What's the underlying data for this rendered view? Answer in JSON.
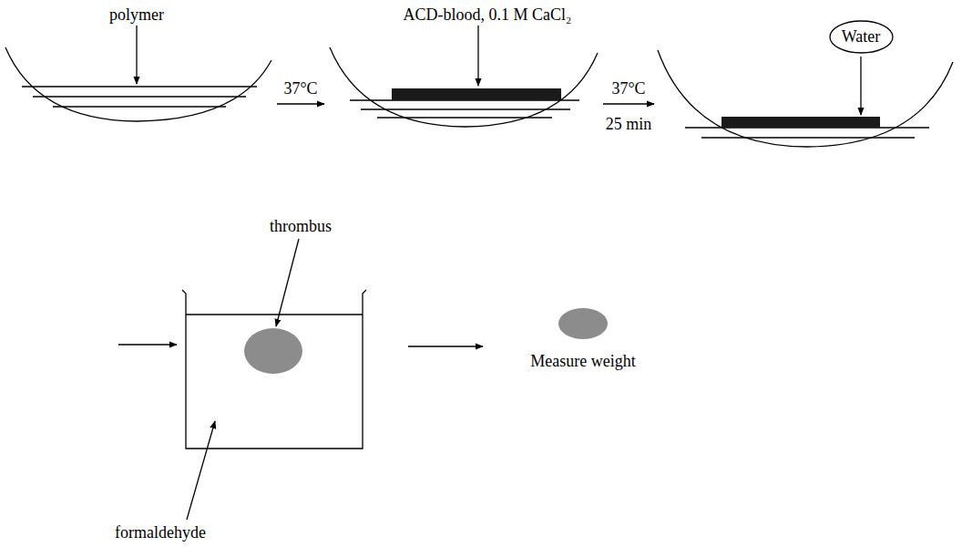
{
  "diagram": {
    "nodes": [
      {
        "text": [
          "Water"
        ]
      }
    ],
    "labels": [
      "polymer",
      "ACD-blood, 0.1 M CaCl₂",
      "37°C",
      "37°C",
      "25 min",
      "thrombus",
      "formaldehyde",
      "Measure weight"
    ]
  }
}
